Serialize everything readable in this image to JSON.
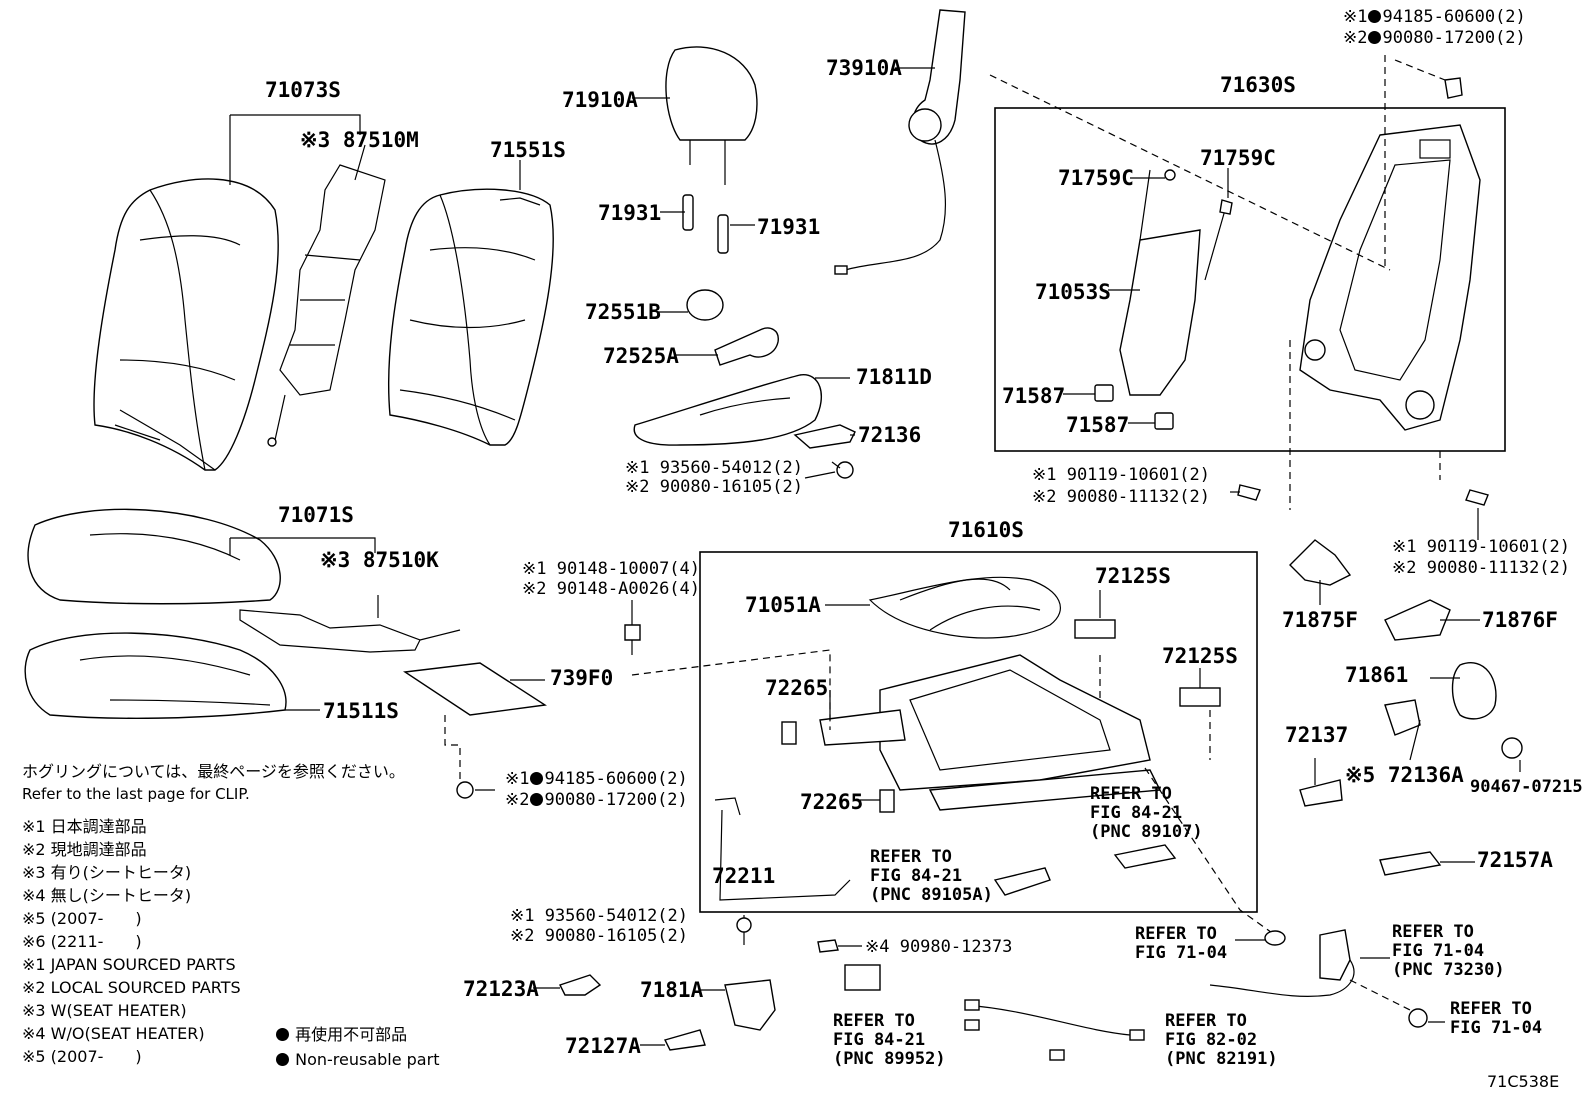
{
  "diagram_code": "71C538E",
  "parts": {
    "p71073S": "71073S",
    "p87510M": "※3 87510M",
    "p71551S": "71551S",
    "p71910A": "71910A",
    "p71931a": "71931",
    "p71931b": "71931",
    "p73910A": "73910A",
    "p71630S": "71630S",
    "p71759Ca": "71759C",
    "p71759Cb": "71759C",
    "p71053S": "71053S",
    "p71587a": "71587",
    "p71587b": "71587",
    "p72551B": "72551B",
    "p72525A": "72525A",
    "p71811D": "71811D",
    "p72136": "72136",
    "p71071S": "71071S",
    "p87510K": "※3 87510K",
    "p739F0": "739F0",
    "p71511S": "71511S",
    "p71610S": "71610S",
    "p71051A": "71051A",
    "p72125Sa": "72125S",
    "p72125Sb": "72125S",
    "p72265a": "72265",
    "p72265b": "72265",
    "p72211": "72211",
    "p71875F": "71875F",
    "p71876F": "71876F",
    "p71861": "71861",
    "p72137": "72137",
    "p72136A": "※5 72136A",
    "p90467": "90467-07215",
    "p72157A": "72157A",
    "p72123A": "72123A",
    "p7181A": "7181A",
    "p72127A": "72127A",
    "p90980": "※4 90980-12373"
  },
  "fasteners": {
    "top_right_1": "※1",
    "top_right_1_num": "94185-60600(2)",
    "top_right_2": "※2",
    "top_right_2_num": "90080-17200(2)",
    "f93560_1": "※1 93560-54012(2)",
    "f90080_1": "※2 90080-16105(2)",
    "f90119_mid_1": "※1 90119-10601(2)",
    "f90080_mid_2": "※2 90080-11132(2)",
    "f90119_right_1": "※1 90119-10601(2)",
    "f90080_right_2": "※2 90080-11132(2)",
    "f90148_1": "※1 90148-10007(4)",
    "f90148_2": "※2 90148-A0026(4)",
    "clip_1": "※1",
    "clip_1_num": "94185-60600(2)",
    "clip_2": "※2",
    "clip_2_num": "90080-17200(2)",
    "f93560_b1": "※1 93560-54012(2)",
    "f90080_b2": "※2 90080-16105(2)"
  },
  "refs": {
    "r1": [
      "REFER TO",
      "FIG 84-21",
      "(PNC 89107)"
    ],
    "r2": [
      "REFER TO",
      "FIG 84-21",
      "(PNC 89105A)"
    ],
    "r3": [
      "REFER TO",
      "FIG 71-04"
    ],
    "r4": [
      "REFER TO",
      "FIG 71-04",
      "(PNC 73230)"
    ],
    "r5": [
      "REFER TO",
      "FIG 71-04"
    ],
    "r6": [
      "REFER TO",
      "FIG 84-21",
      "(PNC 89952)"
    ],
    "r7": [
      "REFER TO",
      "FIG 82-02",
      "(PNC 82191)"
    ]
  },
  "notes": {
    "clip_jp": "ホグリングについては、最終ページを参照ください。",
    "clip_en": "Refer to the last page for CLIP.",
    "lines": [
      "※1 日本調達部品",
      "※2 現地調達部品",
      "※3 有り(シートヒータ)",
      "※4 無し(シートヒータ)",
      "※5 (2007-　　)",
      "※6 (2211-　　)",
      "※1 JAPAN SOURCED PARTS",
      "※2 LOCAL SOURCED PARTS",
      "※3 W(SEAT HEATER)",
      "※4 W/O(SEAT HEATER)",
      "※5 (2007-　　)"
    ],
    "legend_jp": "再使用不可部品",
    "legend_en": "Non-reusable part"
  }
}
